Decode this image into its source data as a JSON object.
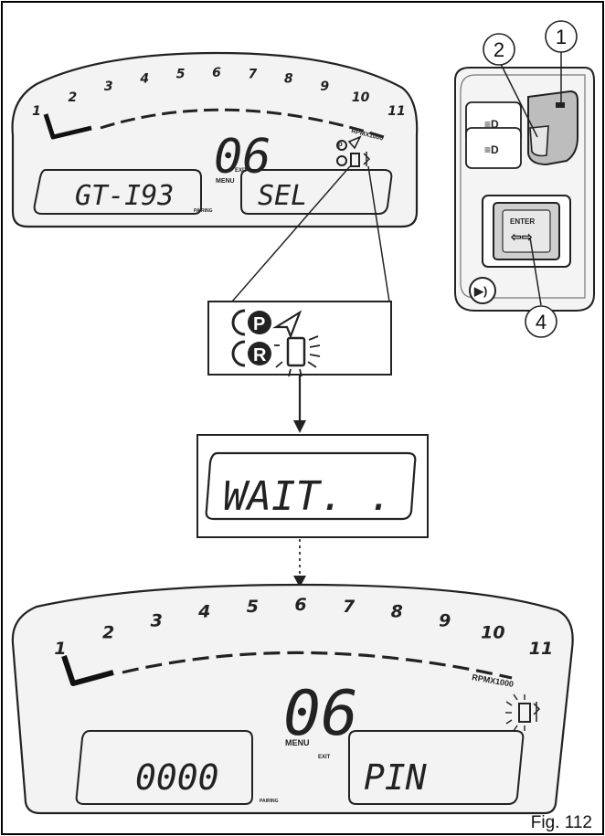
{
  "figure_label": "Fig. 112",
  "callouts": [
    "1",
    "2",
    "4"
  ],
  "dash_top": {
    "rpm_ticks": [
      "1",
      "2",
      "3",
      "4",
      "5",
      "6",
      "7",
      "8",
      "9",
      "10",
      "11"
    ],
    "rpm_unit": "RPMX1000",
    "gear": "06",
    "menu": "MENU",
    "exit": "EXIT",
    "left_display": "GT-I93",
    "right_display": "SEL",
    "pairing": "PAIRING"
  },
  "icon_zoom": {
    "p_letter": "P",
    "r_letter": "R"
  },
  "wait_display": "WAIT. .",
  "dash_bottom": {
    "rpm_ticks": [
      "1",
      "2",
      "3",
      "4",
      "5",
      "6",
      "7",
      "8",
      "9",
      "10",
      "11"
    ],
    "rpm_unit": "RPMX1000",
    "gear": "06",
    "menu": "MENU",
    "exit": "EXIT",
    "left_display": "0000",
    "right_display": "PIN",
    "pairing": "PAIRING"
  },
  "switch": {
    "enter_label": "ENTER"
  }
}
